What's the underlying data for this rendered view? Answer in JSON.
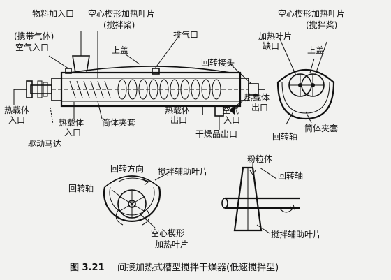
{
  "labels": {
    "feed_inlet": "物料加入口",
    "carrier_gas_1": "(携带气体)",
    "carrier_gas_2": "空气入口",
    "hollow_blade_1": "空心楔形加热叶片",
    "hollow_blade_2": "(搅拌桨)",
    "exhaust": "排气口",
    "top_cover": "上盖",
    "rotary_joint": "回转接头",
    "heat_in_1": "热载体",
    "heat_in_2": "入口",
    "heat_in_b1": "热载体",
    "heat_in_b2": "入口",
    "drive_motor": "驱动马达",
    "jacket": "筒体夹套",
    "heat_out_1": "热载体",
    "heat_out_2": "出口",
    "heat_out_b1": "热载体",
    "heat_out_b2": "出口",
    "air_in_1": "空气",
    "air_in_2": "入口",
    "product_outlet": "干燥品出口",
    "r_hollow_blade_1": "空心楔形加热叶片",
    "r_hollow_blade_2": "(搅拌桨)",
    "r_blade_gap_1": "加热叶片",
    "r_blade_gap_2": "缺口",
    "r_top_cover": "上盖",
    "r_jacket": "筒体夹套",
    "r_shaft": "回转轴",
    "bl_rotation_dir": "回转方向",
    "bl_aux_blade": "搅拌辅助叶片",
    "bl_shaft": "回转轴",
    "bl_hollow_1": "空心楔形",
    "bl_hollow_2": "加热叶片",
    "br_powder": "粉粒体",
    "br_shaft": "回转轴",
    "br_aux_blade": "搅拌辅助叶片"
  },
  "caption": {
    "number": "图 3.21",
    "text": "间接加热式槽型搅拌干燥器(低速搅拌型)"
  }
}
